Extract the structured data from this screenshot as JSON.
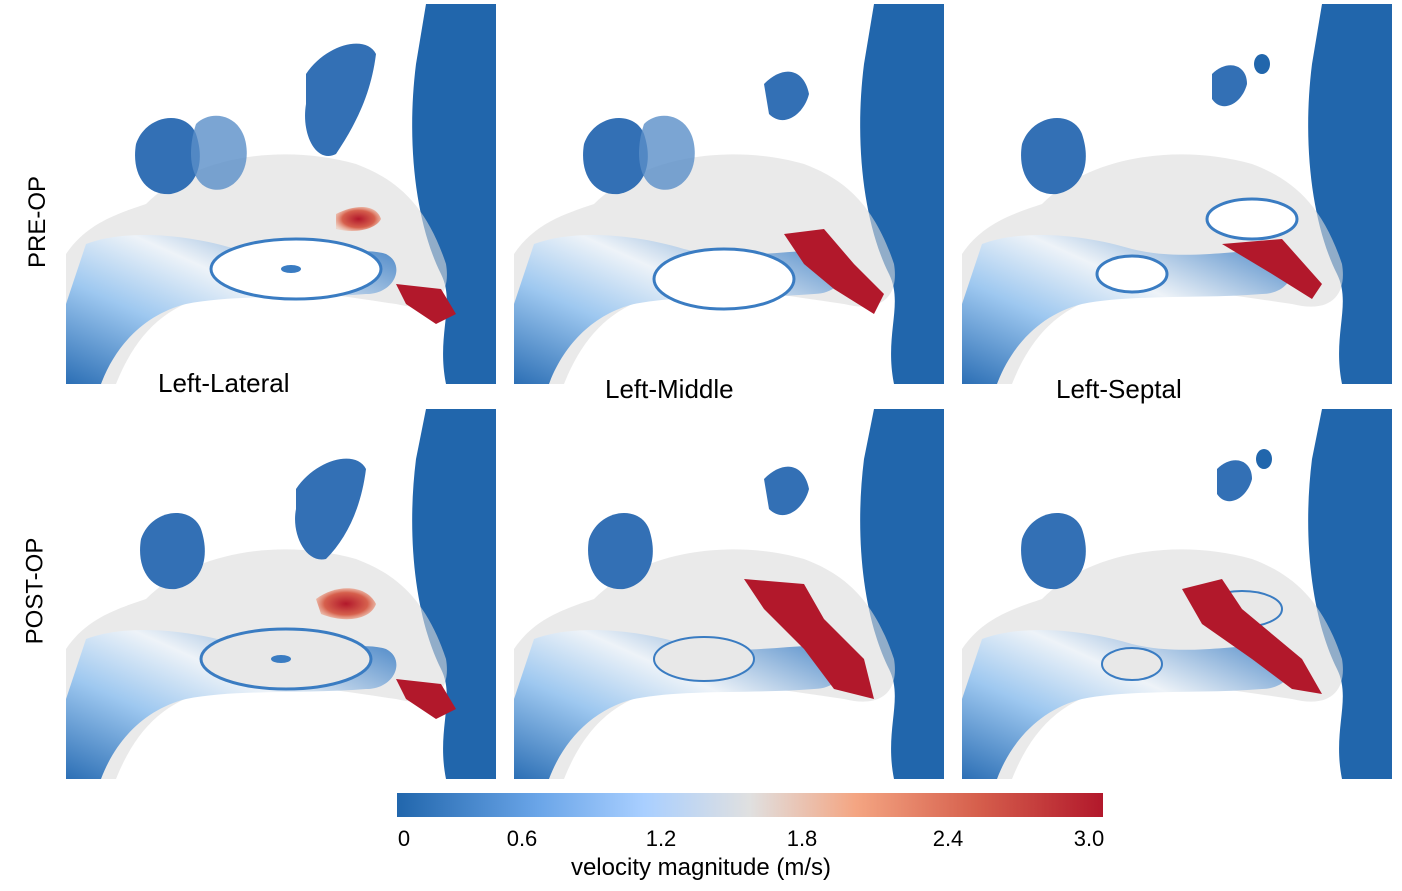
{
  "rows": [
    "PRE-OP",
    "POST-OP"
  ],
  "columns": [
    "Left-Lateral",
    "Left-Middle",
    "Left-Septal"
  ],
  "colorbar": {
    "title": "velocity magnitude (m/s)",
    "ticks": [
      "0",
      "0.6",
      "1.2",
      "1.8",
      "2.4",
      "3.0"
    ],
    "min": 0,
    "max": 3.0,
    "colors": [
      "#2166ac",
      "#6aa5e8",
      "#a9cfff",
      "#e0e0e0",
      "#f4a582",
      "#d6604d",
      "#b2182b"
    ]
  }
}
